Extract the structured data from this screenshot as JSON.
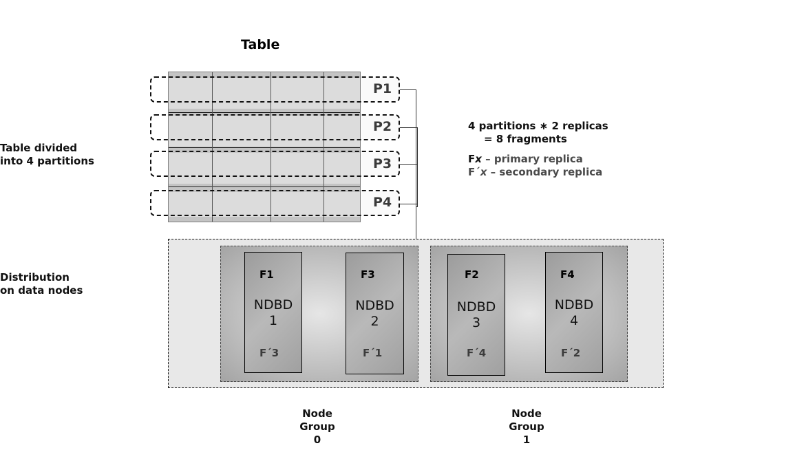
{
  "title": "Table",
  "left_labels": {
    "partitions": [
      "Table divided",
      "into 4 partitions"
    ],
    "distribution": [
      "Distribution",
      "on data nodes"
    ]
  },
  "partitions": [
    {
      "label": "P1"
    },
    {
      "label": "P2"
    },
    {
      "label": "P3"
    },
    {
      "label": "P4"
    }
  ],
  "notes": {
    "line1": "4 partitions ∗ 2 replicas",
    "line2": "= 8 fragments",
    "primary_key_a": "F",
    "primary_key_b": "x",
    "primary_desc": " – primary replica",
    "secondary_key_a": "F´",
    "secondary_key_b": "x",
    "secondary_desc": " – secondary replica"
  },
  "node_groups": [
    {
      "label": [
        "Node",
        "Group",
        "0"
      ],
      "nodes": [
        {
          "name": "NDBD",
          "number": "1",
          "primary": "F1",
          "secondary": "F´3"
        },
        {
          "name": "NDBD",
          "number": "2",
          "primary": "F3",
          "secondary": "F´1"
        }
      ]
    },
    {
      "label": [
        "Node",
        "Group",
        "1"
      ],
      "nodes": [
        {
          "name": "NDBD",
          "number": "3",
          "primary": "F2",
          "secondary": "F´4"
        },
        {
          "name": "NDBD",
          "number": "4",
          "primary": "F4",
          "secondary": "F´2"
        }
      ]
    }
  ]
}
